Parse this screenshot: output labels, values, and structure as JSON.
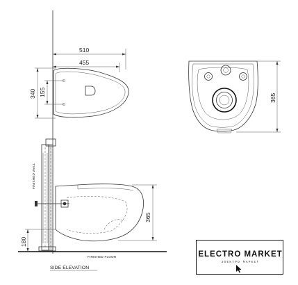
{
  "dimensions": {
    "top_overall_width": "510",
    "top_seat_width": "455",
    "top_height": "340",
    "top_fixing_spacing": "155",
    "front_height": "365",
    "side_height": "365",
    "side_floor_height": "180"
  },
  "labels": {
    "finished_wall": "FINISHED WALL",
    "finished_floor": "FINISHED FLOOR",
    "side_elevation": "SIDE ELEVATION"
  },
  "logo": {
    "title": "ELECTRO MARKET",
    "tagline": "ЭЛЕКТРО МАРКЕТ"
  }
}
